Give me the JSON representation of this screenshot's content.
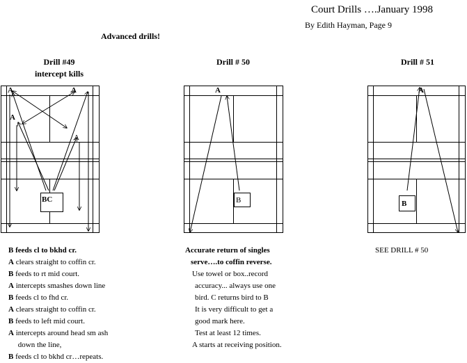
{
  "header": {
    "title": "Court Drills ….January 1998",
    "byline": "By Edith Hayman,   Page 9",
    "section": "Advanced drills!"
  },
  "drills": [
    {
      "heading": "Drill #49",
      "subheading": "intercept kills",
      "court_labels": {
        "a1": "A",
        "a2": "A",
        "a3": "A",
        "a4": "A",
        "bc": "BC"
      },
      "lines": [
        {
          "who": "B",
          "text": " feeds cl to bkhd cr."
        },
        {
          "who": "A",
          "text": " clears straight to coffin cr."
        },
        {
          "who": "B",
          "text": " feeds to rt mid court."
        },
        {
          "who": "A",
          "text": " intercepts  smashes down line"
        },
        {
          "who": "B",
          "text": " feeds cl to fhd cr."
        },
        {
          "who": "A",
          "text": " clears straight to coffin cr."
        },
        {
          "who": "B",
          "text": " feeds to left mid court."
        },
        {
          "who": "A",
          "text": " intercepts around head sm ash"
        },
        {
          "who": "",
          "text": "     down the line,"
        },
        {
          "who": "B",
          "text": " feeds cl to bkhd cr…repeats."
        }
      ]
    },
    {
      "heading": "Drill # 50",
      "court_labels": {
        "a": "A",
        "b": "B"
      },
      "lines": [
        "Accurate return of singles",
        "serve….to coffin reverse.",
        "Use towel or box..record",
        "accuracy... always use one",
        "bird.  C returns bird to B",
        "It is very difficult to get a",
        "good mark here.",
        "Test at least 12 times.",
        "A starts at receiving position."
      ]
    },
    {
      "heading": "Drill # 51",
      "court_labels": {
        "a": "A",
        "b": "B"
      },
      "lines": [
        "SEE DRILL # 50"
      ]
    }
  ]
}
